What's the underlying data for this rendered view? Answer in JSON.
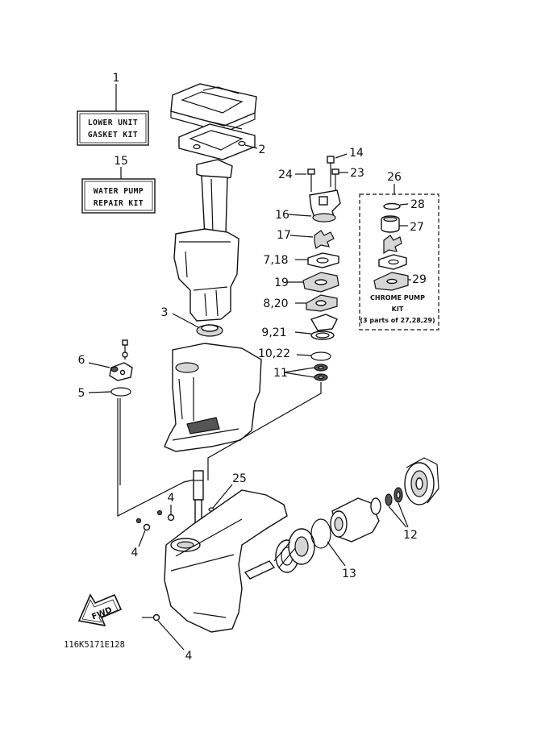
{
  "labels": {
    "n1": "1",
    "n2": "2",
    "n3": "3",
    "n4a": "4",
    "n4b": "4",
    "n4c": "4",
    "n5": "5",
    "n6": "6",
    "n7_18": "7,18",
    "n8_20": "8,20",
    "n9_21": "9,21",
    "n10_22": "10,22",
    "n11": "11",
    "n12": "12",
    "n13": "13",
    "n14": "14",
    "n15": "15",
    "n16": "16",
    "n17": "17",
    "n19": "19",
    "n23": "23",
    "n24": "24",
    "n25": "25",
    "n26": "26",
    "n27": "27",
    "n28": "28",
    "n29": "29"
  },
  "kits": {
    "lower_unit_line1": "LOWER UNIT",
    "lower_unit_line2": "GASKET KIT",
    "water_pump_line1": "WATER PUMP",
    "water_pump_line2": "REPAIR KIT",
    "chrome_line1": "CHROME PUMP",
    "chrome_line2": "KIT",
    "chrome_line3": "(3 parts of 27,28,29)"
  },
  "fwd_arrow": "FWD",
  "reference_code": "116K5171E128"
}
